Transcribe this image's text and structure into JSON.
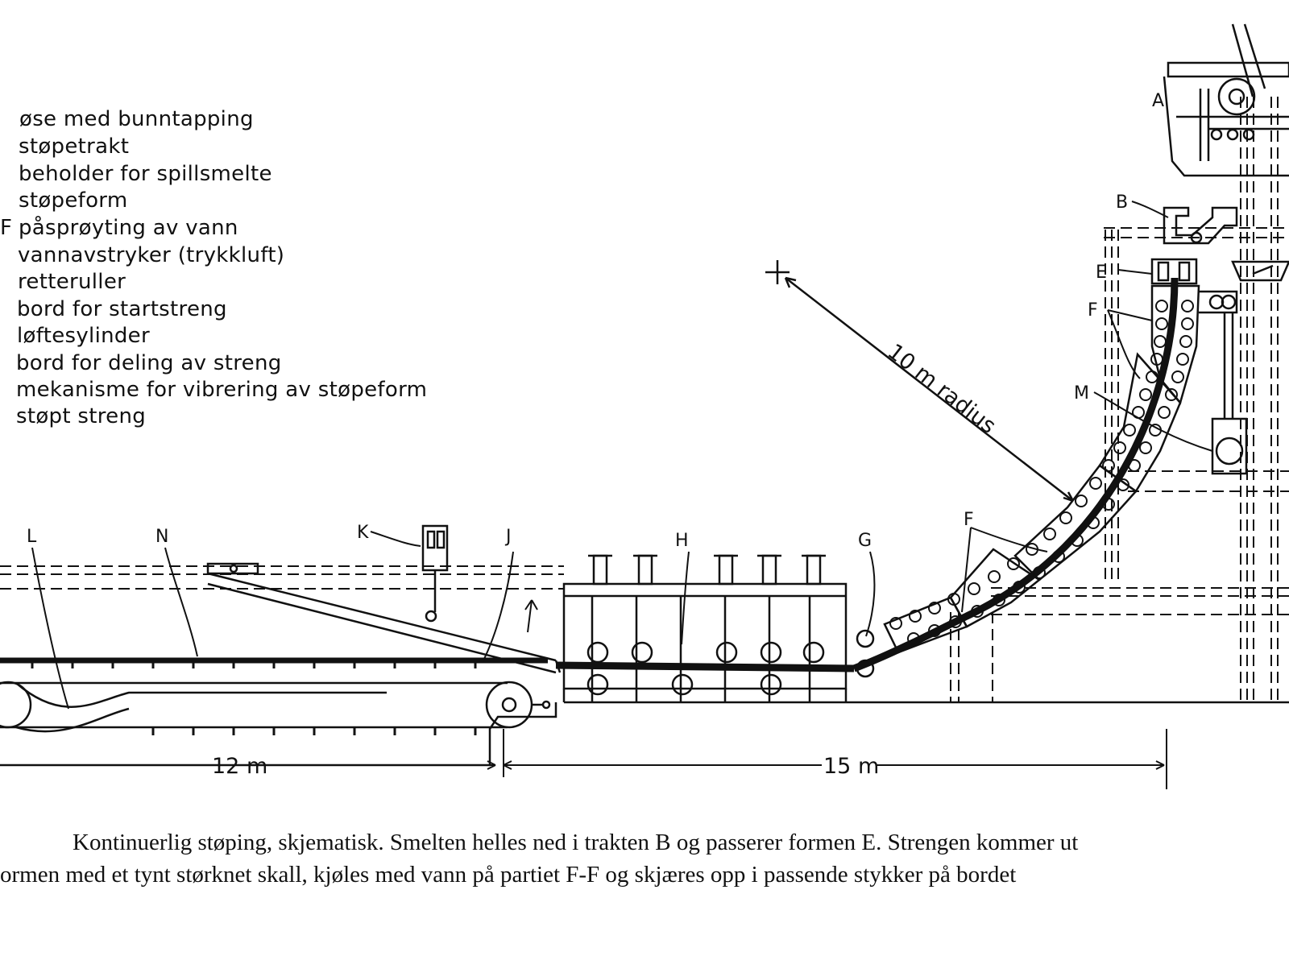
{
  "legend": {
    "prefix": "F",
    "items": [
      "øse med bunntapping",
      "støpetrakt",
      "beholder for spillsmelte",
      "støpeform",
      "påsprøyting av vann",
      "vannavstryker (trykkluft)",
      "retteruller",
      "bord for startstreng",
      "løftesylinder",
      "bord for deling av streng",
      "mekanisme for vibrering av støpeform",
      "støpt streng"
    ]
  },
  "labels": {
    "A": "A",
    "B": "B",
    "E": "E",
    "F_top": "F",
    "M": "M",
    "F_mid": "F",
    "G": "G",
    "H": "H",
    "J": "J",
    "K": "K",
    "L": "L",
    "N": "N"
  },
  "radius_label": "10 m radius",
  "dimensions": {
    "left": "12 m",
    "right": "15 m"
  },
  "caption": {
    "line1": "Kontinuerlig støping, skjematisk. Smelten helles ned i trakten B og passerer formen E. Strengen kommer ut",
    "line2": "ormen med et tynt størknet skall, kjøles med vann på partiet F-F og skjæres opp i passende stykker på bordet"
  }
}
